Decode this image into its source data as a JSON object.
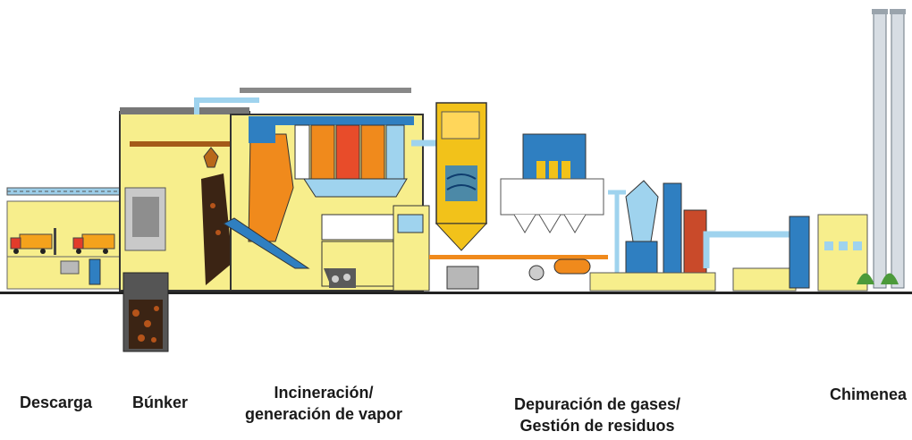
{
  "captions": {
    "descarga": "Descarga",
    "bunker": "Búnker",
    "incineracion_line1": "Incineración/",
    "incineracion_line2": "generación de vapor",
    "depuracion_line1": "Depuración de gases/",
    "depuracion_line2": "Gestión de residuos",
    "chimenea": "Chimenea"
  },
  "colors": {
    "building": "#f7ee8c",
    "steel_blue": "#2f7fc1",
    "light_blue": "#9fd3ee",
    "orange": "#f08a1c",
    "yellow_tank": "#f2c21a",
    "pit": "#3b2414",
    "ground": "#222222"
  }
}
